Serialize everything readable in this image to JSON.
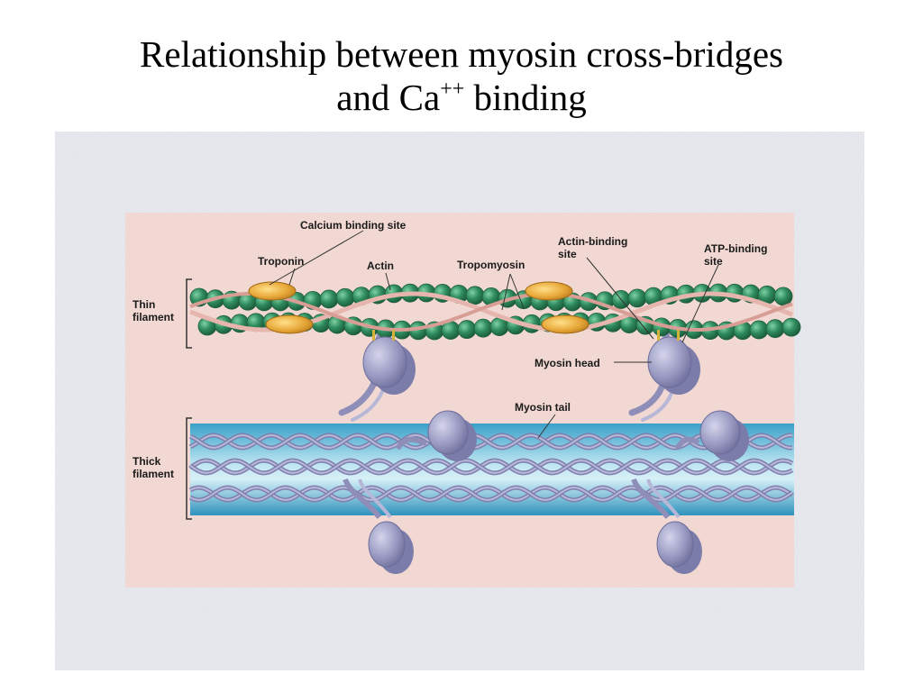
{
  "slide": {
    "title_line1": "Relationship between myosin cross-bridges",
    "title_line2_prefix": "and Ca",
    "title_line2_sup": "++",
    "title_line2_suffix": " binding"
  },
  "diagram": {
    "labels": {
      "calcium_binding_site": "Calcium binding site",
      "troponin": "Troponin",
      "actin": "Actin",
      "tropomyosin": "Tropomyosin",
      "actin_binding_site_line1": "Actin-binding",
      "actin_binding_site_line2": "site",
      "atp_binding_site_line1": "ATP-binding",
      "atp_binding_site_line2": "site",
      "thin_filament_line1": "Thin",
      "thin_filament_line2": "filament",
      "myosin_head": "Myosin head",
      "myosin_tail": "Myosin tail",
      "thick_filament_line1": "Thick",
      "thick_filament_line2": "filament"
    },
    "colors": {
      "panel_background": "#f1d8d2",
      "figure_background": "#e9ebf2",
      "actin": "#2f8c5e",
      "troponin": "#e8a83a",
      "tropomyosin": "#e6b6ae",
      "myosin": "#9c9cc4",
      "thick_filament": "#4aaed0"
    }
  }
}
